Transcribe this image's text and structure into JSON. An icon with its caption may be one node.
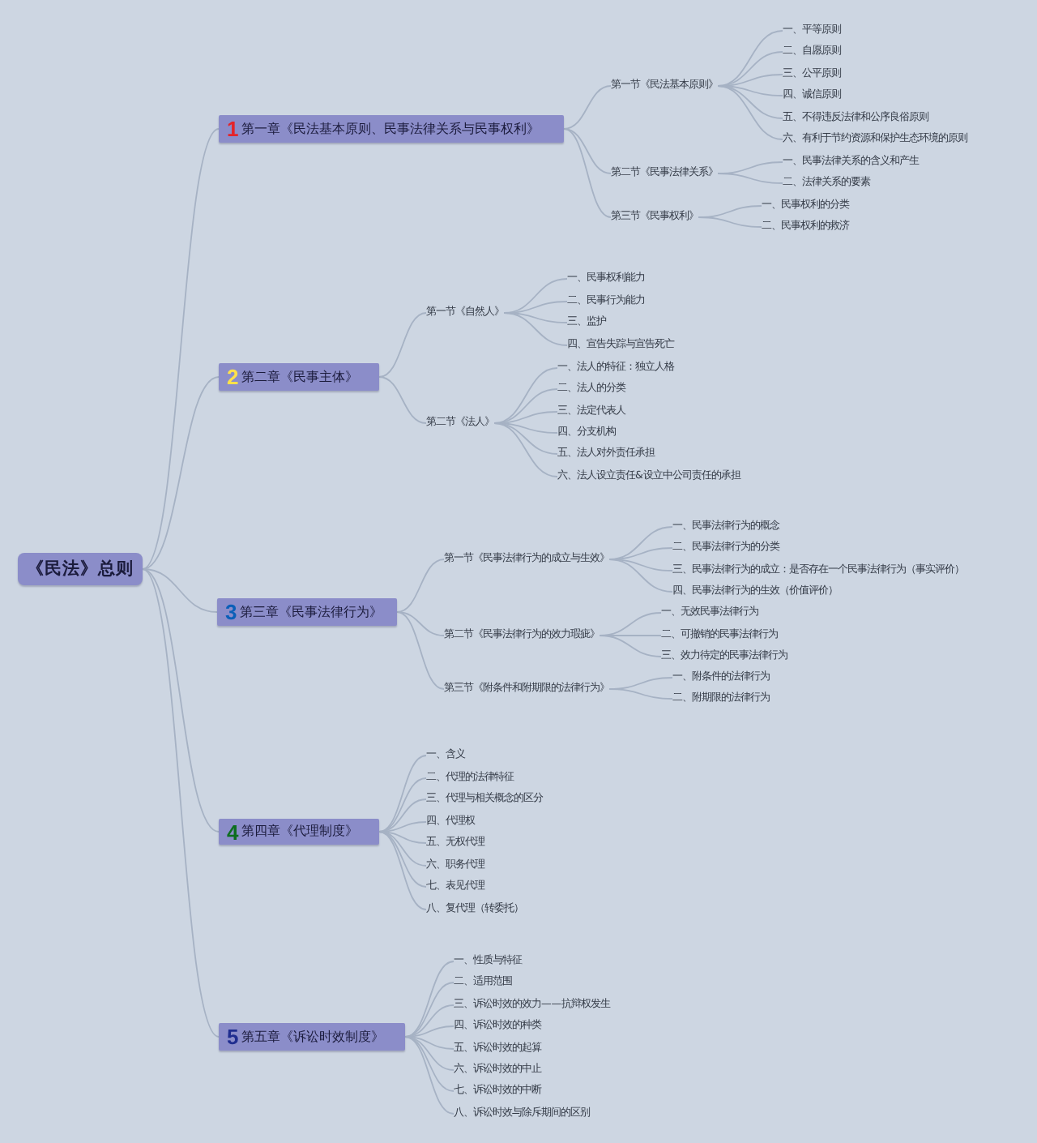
{
  "diagram": {
    "nodes": [
      {
        "text": [
          "《民法》总则"
        ]
      },
      {
        "text": [
          "1",
          "第一章《民法基本原则、民事法律关系与民事权利》"
        ]
      },
      {
        "text": [
          "第一节《民法基本原则》"
        ]
      },
      {
        "text": [
          "一、平等原则"
        ]
      },
      {
        "text": [
          "二、自愿原则"
        ]
      },
      {
        "text": [
          "三、公平原则"
        ]
      },
      {
        "text": [
          "四、诚信原则"
        ]
      },
      {
        "text": [
          "五、不得违反法律和公序良俗原则"
        ]
      },
      {
        "text": [
          "六、有利于节约资源和保护生态环境的原则"
        ]
      },
      {
        "text": [
          "第二节《民事法律关系》"
        ]
      },
      {
        "text": [
          "一、民事法律关系的含义和产生"
        ]
      },
      {
        "text": [
          "二、法律关系的要素"
        ]
      },
      {
        "text": [
          "第三节《民事权利》"
        ]
      },
      {
        "text": [
          "一、民事权利的分类"
        ]
      },
      {
        "text": [
          "二、民事权利的救济"
        ]
      },
      {
        "text": [
          "2",
          "第二章《民事主体》"
        ]
      },
      {
        "text": [
          "第一节《自然人》"
        ]
      },
      {
        "text": [
          "一、民事权利能力"
        ]
      },
      {
        "text": [
          "二、民事行为能力"
        ]
      },
      {
        "text": [
          "三、监护"
        ]
      },
      {
        "text": [
          "四、宣告失踪与宣告死亡"
        ]
      },
      {
        "text": [
          "第二节《法人》"
        ]
      },
      {
        "text": [
          "一、法人的特征：独立人格"
        ]
      },
      {
        "text": [
          "二、法人的分类"
        ]
      },
      {
        "text": [
          "三、法定代表人"
        ]
      },
      {
        "text": [
          "四、分支机构"
        ]
      },
      {
        "text": [
          "五、法人对外责任承担"
        ]
      },
      {
        "text": [
          "六、法人设立责任&设立中公司责任的承担"
        ]
      },
      {
        "text": [
          "3",
          "第三章《民事法律行为》"
        ]
      },
      {
        "text": [
          "第一节《民事法律行为的成立与生效》"
        ]
      },
      {
        "text": [
          "一、民事法律行为的概念"
        ]
      },
      {
        "text": [
          "二、民事法律行为的分类"
        ]
      },
      {
        "text": [
          "三、民事法律行为的成立：是否存在一个民事法律行为（事实评价）"
        ]
      },
      {
        "text": [
          "四、民事法律行为的生效（价值评价）"
        ]
      },
      {
        "text": [
          "第二节《民事法律行为的效力瑕疵》"
        ]
      },
      {
        "text": [
          "一、无效民事法律行为"
        ]
      },
      {
        "text": [
          "二、可撤销的民事法律行为"
        ]
      },
      {
        "text": [
          "三、效力待定的民事法律行为"
        ]
      },
      {
        "text": [
          "第三节《附条件和附期限的法律行为》"
        ]
      },
      {
        "text": [
          "一、附条件的法律行为"
        ]
      },
      {
        "text": [
          "二、附期限的法律行为"
        ]
      },
      {
        "text": [
          "4",
          "第四章《代理制度》"
        ]
      },
      {
        "text": [
          "一、含义"
        ]
      },
      {
        "text": [
          "二、代理的法律特征"
        ]
      },
      {
        "text": [
          "三、代理与相关概念的区分"
        ]
      },
      {
        "text": [
          "四、代理权"
        ]
      },
      {
        "text": [
          "五、无权代理"
        ]
      },
      {
        "text": [
          "六、职务代理"
        ]
      },
      {
        "text": [
          "七、表见代理"
        ]
      },
      {
        "text": [
          "八、复代理（转委托）"
        ]
      },
      {
        "text": [
          "5",
          "第五章《诉讼时效制度》"
        ]
      },
      {
        "text": [
          "一、性质与特征"
        ]
      },
      {
        "text": [
          "二、适用范围"
        ]
      },
      {
        "text": [
          "三、诉讼时效的效力——抗辩权发生"
        ]
      },
      {
        "text": [
          "四、诉讼时效的种类"
        ]
      },
      {
        "text": [
          "五、诉讼时效的起算"
        ]
      },
      {
        "text": [
          "六、诉讼时效的中止"
        ]
      },
      {
        "text": [
          "七、诉讼时效的中断"
        ]
      },
      {
        "text": [
          "八、诉讼时效与除斥期间的区别"
        ]
      }
    ],
    "edges": [
      {
        "from": 0,
        "to": 1,
        "arrow": "none"
      },
      {
        "from": 0,
        "to": 15,
        "arrow": "none"
      },
      {
        "from": 0,
        "to": 28,
        "arrow": "none"
      },
      {
        "from": 0,
        "to": 41,
        "arrow": "none"
      },
      {
        "from": 0,
        "to": 50,
        "arrow": "none"
      },
      {
        "from": 1,
        "to": 2,
        "arrow": "none"
      },
      {
        "from": 1,
        "to": 9,
        "arrow": "none"
      },
      {
        "from": 1,
        "to": 12,
        "arrow": "none"
      },
      {
        "from": 2,
        "to": 3,
        "arrow": "none"
      },
      {
        "from": 2,
        "to": 4,
        "arrow": "none"
      },
      {
        "from": 2,
        "to": 5,
        "arrow": "none"
      },
      {
        "from": 2,
        "to": 6,
        "arrow": "none"
      },
      {
        "from": 2,
        "to": 7,
        "arrow": "none"
      },
      {
        "from": 2,
        "to": 8,
        "arrow": "none"
      },
      {
        "from": 9,
        "to": 10,
        "arrow": "none"
      },
      {
        "from": 9,
        "to": 11,
        "arrow": "none"
      },
      {
        "from": 12,
        "to": 13,
        "arrow": "none"
      },
      {
        "from": 12,
        "to": 14,
        "arrow": "none"
      },
      {
        "from": 15,
        "to": 16,
        "arrow": "none"
      },
      {
        "from": 15,
        "to": 21,
        "arrow": "none"
      },
      {
        "from": 16,
        "to": 17,
        "arrow": "none"
      },
      {
        "from": 16,
        "to": 18,
        "arrow": "none"
      },
      {
        "from": 16,
        "to": 19,
        "arrow": "none"
      },
      {
        "from": 16,
        "to": 20,
        "arrow": "none"
      },
      {
        "from": 21,
        "to": 22,
        "arrow": "none"
      },
      {
        "from": 21,
        "to": 23,
        "arrow": "none"
      },
      {
        "from": 21,
        "to": 24,
        "arrow": "none"
      },
      {
        "from": 21,
        "to": 25,
        "arrow": "none"
      },
      {
        "from": 21,
        "to": 26,
        "arrow": "none"
      },
      {
        "from": 21,
        "to": 27,
        "arrow": "none"
      },
      {
        "from": 28,
        "to": 29,
        "arrow": "none"
      },
      {
        "from": 28,
        "to": 34,
        "arrow": "none"
      },
      {
        "from": 28,
        "to": 38,
        "arrow": "none"
      },
      {
        "from": 29,
        "to": 30,
        "arrow": "none"
      },
      {
        "from": 29,
        "to": 31,
        "arrow": "none"
      },
      {
        "from": 29,
        "to": 32,
        "arrow": "none"
      },
      {
        "from": 29,
        "to": 33,
        "arrow": "none"
      },
      {
        "from": 34,
        "to": 35,
        "arrow": "none"
      },
      {
        "from": 34,
        "to": 36,
        "arrow": "none"
      },
      {
        "from": 34,
        "to": 37,
        "arrow": "none"
      },
      {
        "from": 38,
        "to": 39,
        "arrow": "none"
      },
      {
        "from": 38,
        "to": 40,
        "arrow": "none"
      },
      {
        "from": 41,
        "to": 42,
        "arrow": "none"
      },
      {
        "from": 41,
        "to": 43,
        "arrow": "none"
      },
      {
        "from": 41,
        "to": 44,
        "arrow": "none"
      },
      {
        "from": 41,
        "to": 45,
        "arrow": "none"
      },
      {
        "from": 41,
        "to": 46,
        "arrow": "none"
      },
      {
        "from": 41,
        "to": 47,
        "arrow": "none"
      },
      {
        "from": 41,
        "to": 48,
        "arrow": "none"
      },
      {
        "from": 41,
        "to": 49,
        "arrow": "none"
      },
      {
        "from": 50,
        "to": 51,
        "arrow": "none"
      },
      {
        "from": 50,
        "to": 52,
        "arrow": "none"
      },
      {
        "from": 50,
        "to": 53,
        "arrow": "none"
      },
      {
        "from": 50,
        "to": 54,
        "arrow": "none"
      },
      {
        "from": 50,
        "to": 55,
        "arrow": "none"
      },
      {
        "from": 50,
        "to": 56,
        "arrow": "none"
      },
      {
        "from": 50,
        "to": 57,
        "arrow": "none"
      },
      {
        "from": 50,
        "to": 58,
        "arrow": "none"
      }
    ]
  }
}
